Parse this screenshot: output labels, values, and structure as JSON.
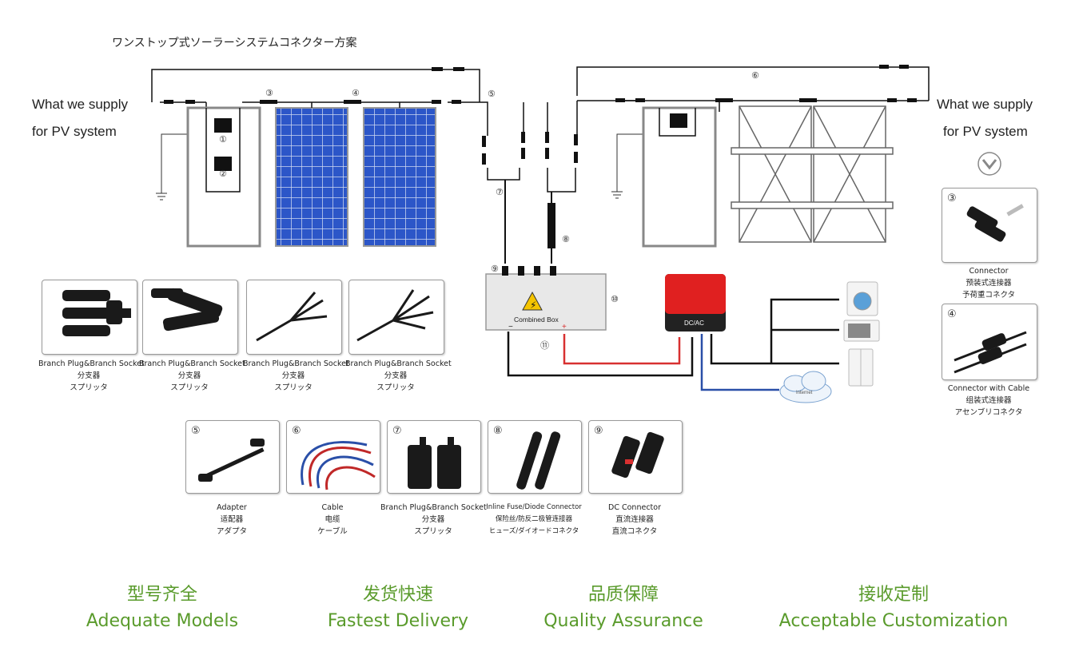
{
  "title": "ワンストップ式ソーラーシステムコネクター方案",
  "supply": {
    "left": {
      "line1": "What we supply",
      "line2": "for PV system"
    },
    "right": {
      "line1": "What we supply",
      "line2": "for PV system"
    }
  },
  "diagram": {
    "combined_box_label": "Combined Box",
    "inverter_label": "DC/AC",
    "cloud_label": "Internet",
    "markers": [
      "①",
      "②",
      "③",
      "④",
      "⑤",
      "⑥",
      "⑦",
      "⑧",
      "⑨",
      "⑩",
      "⑪"
    ]
  },
  "branch_cards": [
    {
      "caption_en": "Branch Plug&Branch Socket",
      "caption_zh": "分支器",
      "caption_ja": "スプリッタ"
    },
    {
      "caption_en": "Branch Plug&Branch Socket",
      "caption_zh": "分支器",
      "caption_ja": "スプリッタ"
    },
    {
      "caption_en": "Branch Plug&Branch Socket",
      "caption_zh": "分支器",
      "caption_ja": "スプリッタ"
    },
    {
      "caption_en": "Branch Plug&Branch Socket",
      "caption_zh": "分支器",
      "caption_ja": "スプリッタ"
    }
  ],
  "bottom_cards": [
    {
      "num": "⑤",
      "caption_en": "Adapter",
      "caption_zh": "适配器",
      "caption_ja": "アダプタ"
    },
    {
      "num": "⑥",
      "caption_en": "Cable",
      "caption_zh": "电缆",
      "caption_ja": "ケーブル"
    },
    {
      "num": "⑦",
      "caption_en": "Branch Plug&Branch Socket",
      "caption_zh": "分支器",
      "caption_ja": "スプリッタ"
    },
    {
      "num": "⑧",
      "caption_en": "Inline Fuse/Diode Connector",
      "caption_zh": "保险丝/防反二极管连接器",
      "caption_ja": "ヒューズ/ダイオードコネクタ"
    },
    {
      "num": "⑨",
      "caption_en": "DC Connector",
      "caption_zh": "直流连接器",
      "caption_ja": "直流コネクタ"
    }
  ],
  "right_cards": [
    {
      "num": "③",
      "caption_en": "Connector",
      "caption_zh": "预装式连接器",
      "caption_ja": "予荷重コネクタ"
    },
    {
      "num": "④",
      "caption_en": "Connector with Cable",
      "caption_zh": "组装式连接器",
      "caption_ja": "アセンブリコネクタ"
    }
  ],
  "features": [
    {
      "zh": "型号齐全",
      "en": "Adequate Models"
    },
    {
      "zh": "发货快速",
      "en": "Fastest Delivery"
    },
    {
      "zh": "品质保障",
      "en": "Quality Assurance"
    },
    {
      "zh": "接收定制",
      "en": "Acceptable Customization"
    }
  ],
  "colors": {
    "accent_green": "#5a9b2c",
    "panel_blue": "#2c56c8",
    "inverter_red": "#e02020",
    "dc_red_wire": "#d83030",
    "net_blue_wire": "#2a4fa8"
  }
}
